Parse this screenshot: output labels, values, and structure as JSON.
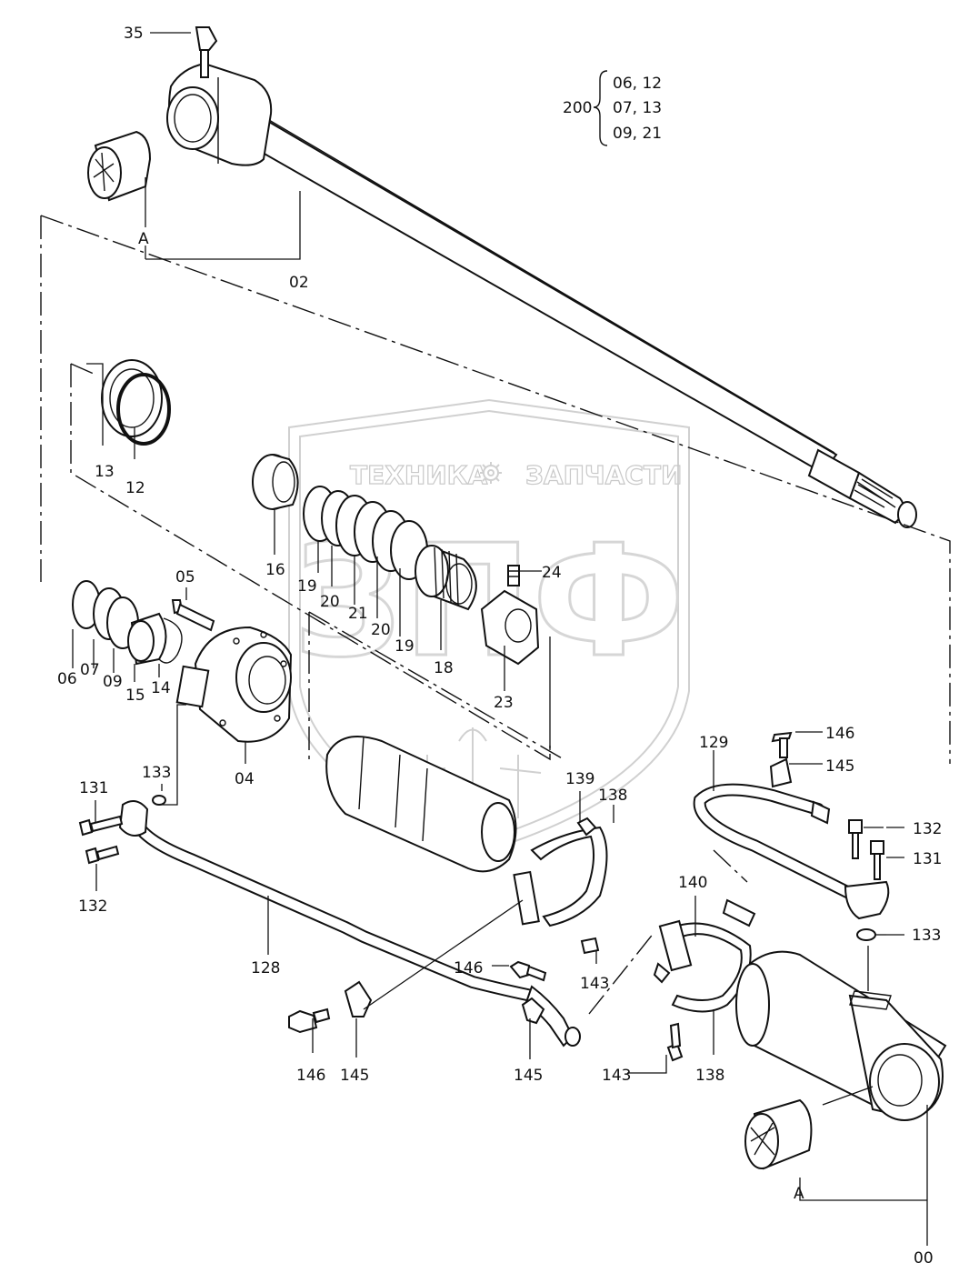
{
  "watermark": {
    "left_text": "ТЕХНИКА",
    "right_text": "ЗАПЧАСТИ",
    "logo_letters": "ЗПФ",
    "gear_icon": "gear-icon"
  },
  "assembly_note": {
    "group": "200",
    "lines": [
      "06, 12",
      "07, 13",
      "09, 21"
    ]
  },
  "labels": {
    "p35": "35",
    "p02": "02",
    "pA_top": "A",
    "p13": "13",
    "p12": "12",
    "p16": "16",
    "p19a": "19",
    "p20a": "20",
    "p21": "21",
    "p20b": "20",
    "p19b": "19",
    "p18": "18",
    "p24": "24",
    "p23": "23",
    "p05": "05",
    "p06": "06",
    "p07": "07",
    "p09": "09",
    "p15": "15",
    "p14": "14",
    "p04": "04",
    "p133a": "133",
    "p131a": "131",
    "p132a": "132",
    "p128": "128",
    "p146a": "146",
    "p145a": "145",
    "p146b": "146",
    "p145b": "145",
    "p139": "139",
    "p138a": "138",
    "p143a": "143",
    "p140": "140",
    "p143b": "143",
    "p138b": "138",
    "p129": "129",
    "p146c": "146",
    "p145c": "145",
    "p132b": "132",
    "p131b": "131",
    "p133b": "133",
    "pA_bottom": "A",
    "p00": "00"
  }
}
